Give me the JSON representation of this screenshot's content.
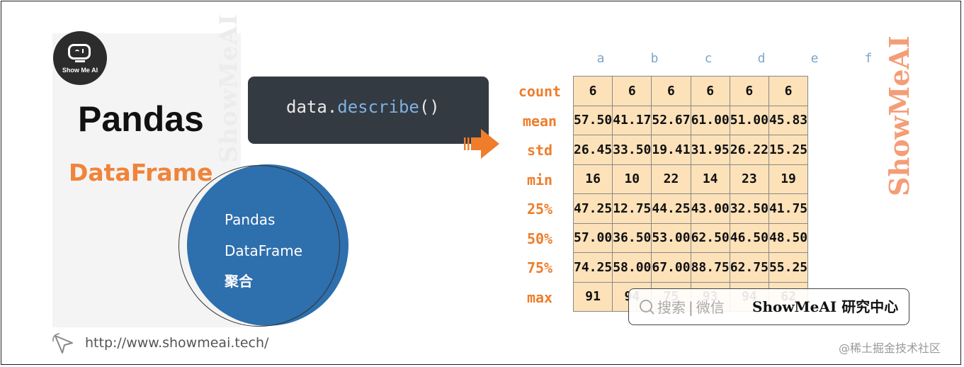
{
  "brand": {
    "logo_text": "Show Me AI",
    "watermark": "ShowMeAI"
  },
  "left": {
    "title": "Pandas",
    "subtitle": "DataFrame",
    "circle_lines": [
      "Pandas",
      "DataFrame",
      "聚合"
    ],
    "url": "http://www.showmeai.tech/"
  },
  "code": {
    "object": "data.",
    "method": "describe",
    "parens": "()"
  },
  "table": {
    "columns": [
      "a",
      "b",
      "c",
      "d",
      "e",
      "f"
    ],
    "rows": [
      {
        "label": "count",
        "values": [
          "6",
          "6",
          "6",
          "6",
          "6",
          "6"
        ]
      },
      {
        "label": "mean",
        "values": [
          "57.50",
          "41.17",
          "52.67",
          "61.00",
          "51.00",
          "45.83"
        ]
      },
      {
        "label": "std",
        "values": [
          "26.45",
          "33.50",
          "19.41",
          "31.95",
          "26.22",
          "15.25"
        ]
      },
      {
        "label": "min",
        "values": [
          "16",
          "10",
          "22",
          "14",
          "23",
          "19"
        ]
      },
      {
        "label": "25%",
        "values": [
          "47.25",
          "12.75",
          "44.25",
          "43.00",
          "32.50",
          "41.75"
        ]
      },
      {
        "label": "50%",
        "values": [
          "57.00",
          "36.50",
          "53.00",
          "62.50",
          "46.50",
          "48.50"
        ]
      },
      {
        "label": "75%",
        "values": [
          "74.25",
          "58.00",
          "67.00",
          "88.75",
          "62.75",
          "55.25"
        ]
      },
      {
        "label": "max",
        "values": [
          "91",
          "94",
          "75",
          "93",
          "94",
          "62"
        ]
      }
    ]
  },
  "search": {
    "hint": "搜索",
    "separator": "|",
    "channel": "微信",
    "brand": "ShowMeAI 研究中心"
  },
  "credit": "@稀土掘金技术社区",
  "colors": {
    "accent_orange": "#ef7d2b",
    "circle_blue": "#2e6fad",
    "code_bg": "#333a42",
    "cell_bg": "#fde2b9"
  }
}
